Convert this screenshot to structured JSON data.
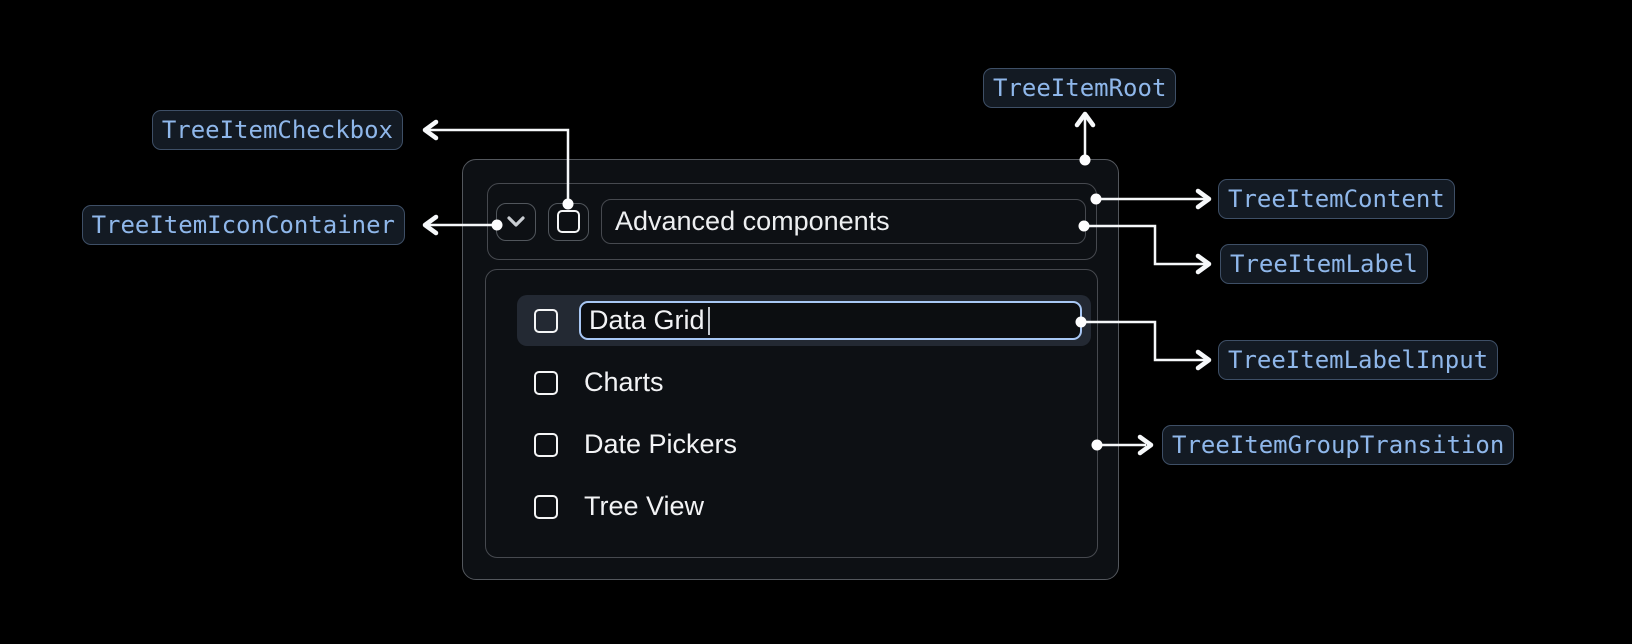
{
  "colors": {
    "page_bg": "#000000",
    "tree_bg": "#0d1014",
    "tree_border": "#53575d",
    "inner_border": "#46494f",
    "badge_bg": "#131a23",
    "badge_border": "#3e4f66",
    "badge_text": "#8fb7ea",
    "text_primary": "#f2f3f5",
    "row_highlight_bg": "#232933",
    "input_border": "#a8c7f4",
    "input_bg": "#0c0e11",
    "connector": "#f6f8fa",
    "chevron_icon": "#c9cdd2"
  },
  "icons": {
    "expand": "chevron-down-icon",
    "checkbox": "square-outline-checkbox",
    "caret": "text-caret"
  },
  "tree": {
    "parent": {
      "label": "Advanced components",
      "expanded": true,
      "checked": false
    },
    "items": [
      {
        "label": "Data Grid",
        "editing": true,
        "checked": false
      },
      {
        "label": "Charts",
        "editing": false,
        "checked": false
      },
      {
        "label": "Date Pickers",
        "editing": false,
        "checked": false
      },
      {
        "label": "Tree View",
        "editing": false,
        "checked": false
      }
    ]
  },
  "annotations": {
    "root": {
      "label": "TreeItemRoot"
    },
    "checkbox": {
      "label": "TreeItemCheckbox"
    },
    "icon_container": {
      "label": "TreeItemIconContainer"
    },
    "content": {
      "label": "TreeItemContent"
    },
    "label": {
      "label": "TreeItemLabel"
    },
    "label_input": {
      "label": "TreeItemLabelInput"
    },
    "group_transition": {
      "label": "TreeItemGroupTransition"
    }
  }
}
